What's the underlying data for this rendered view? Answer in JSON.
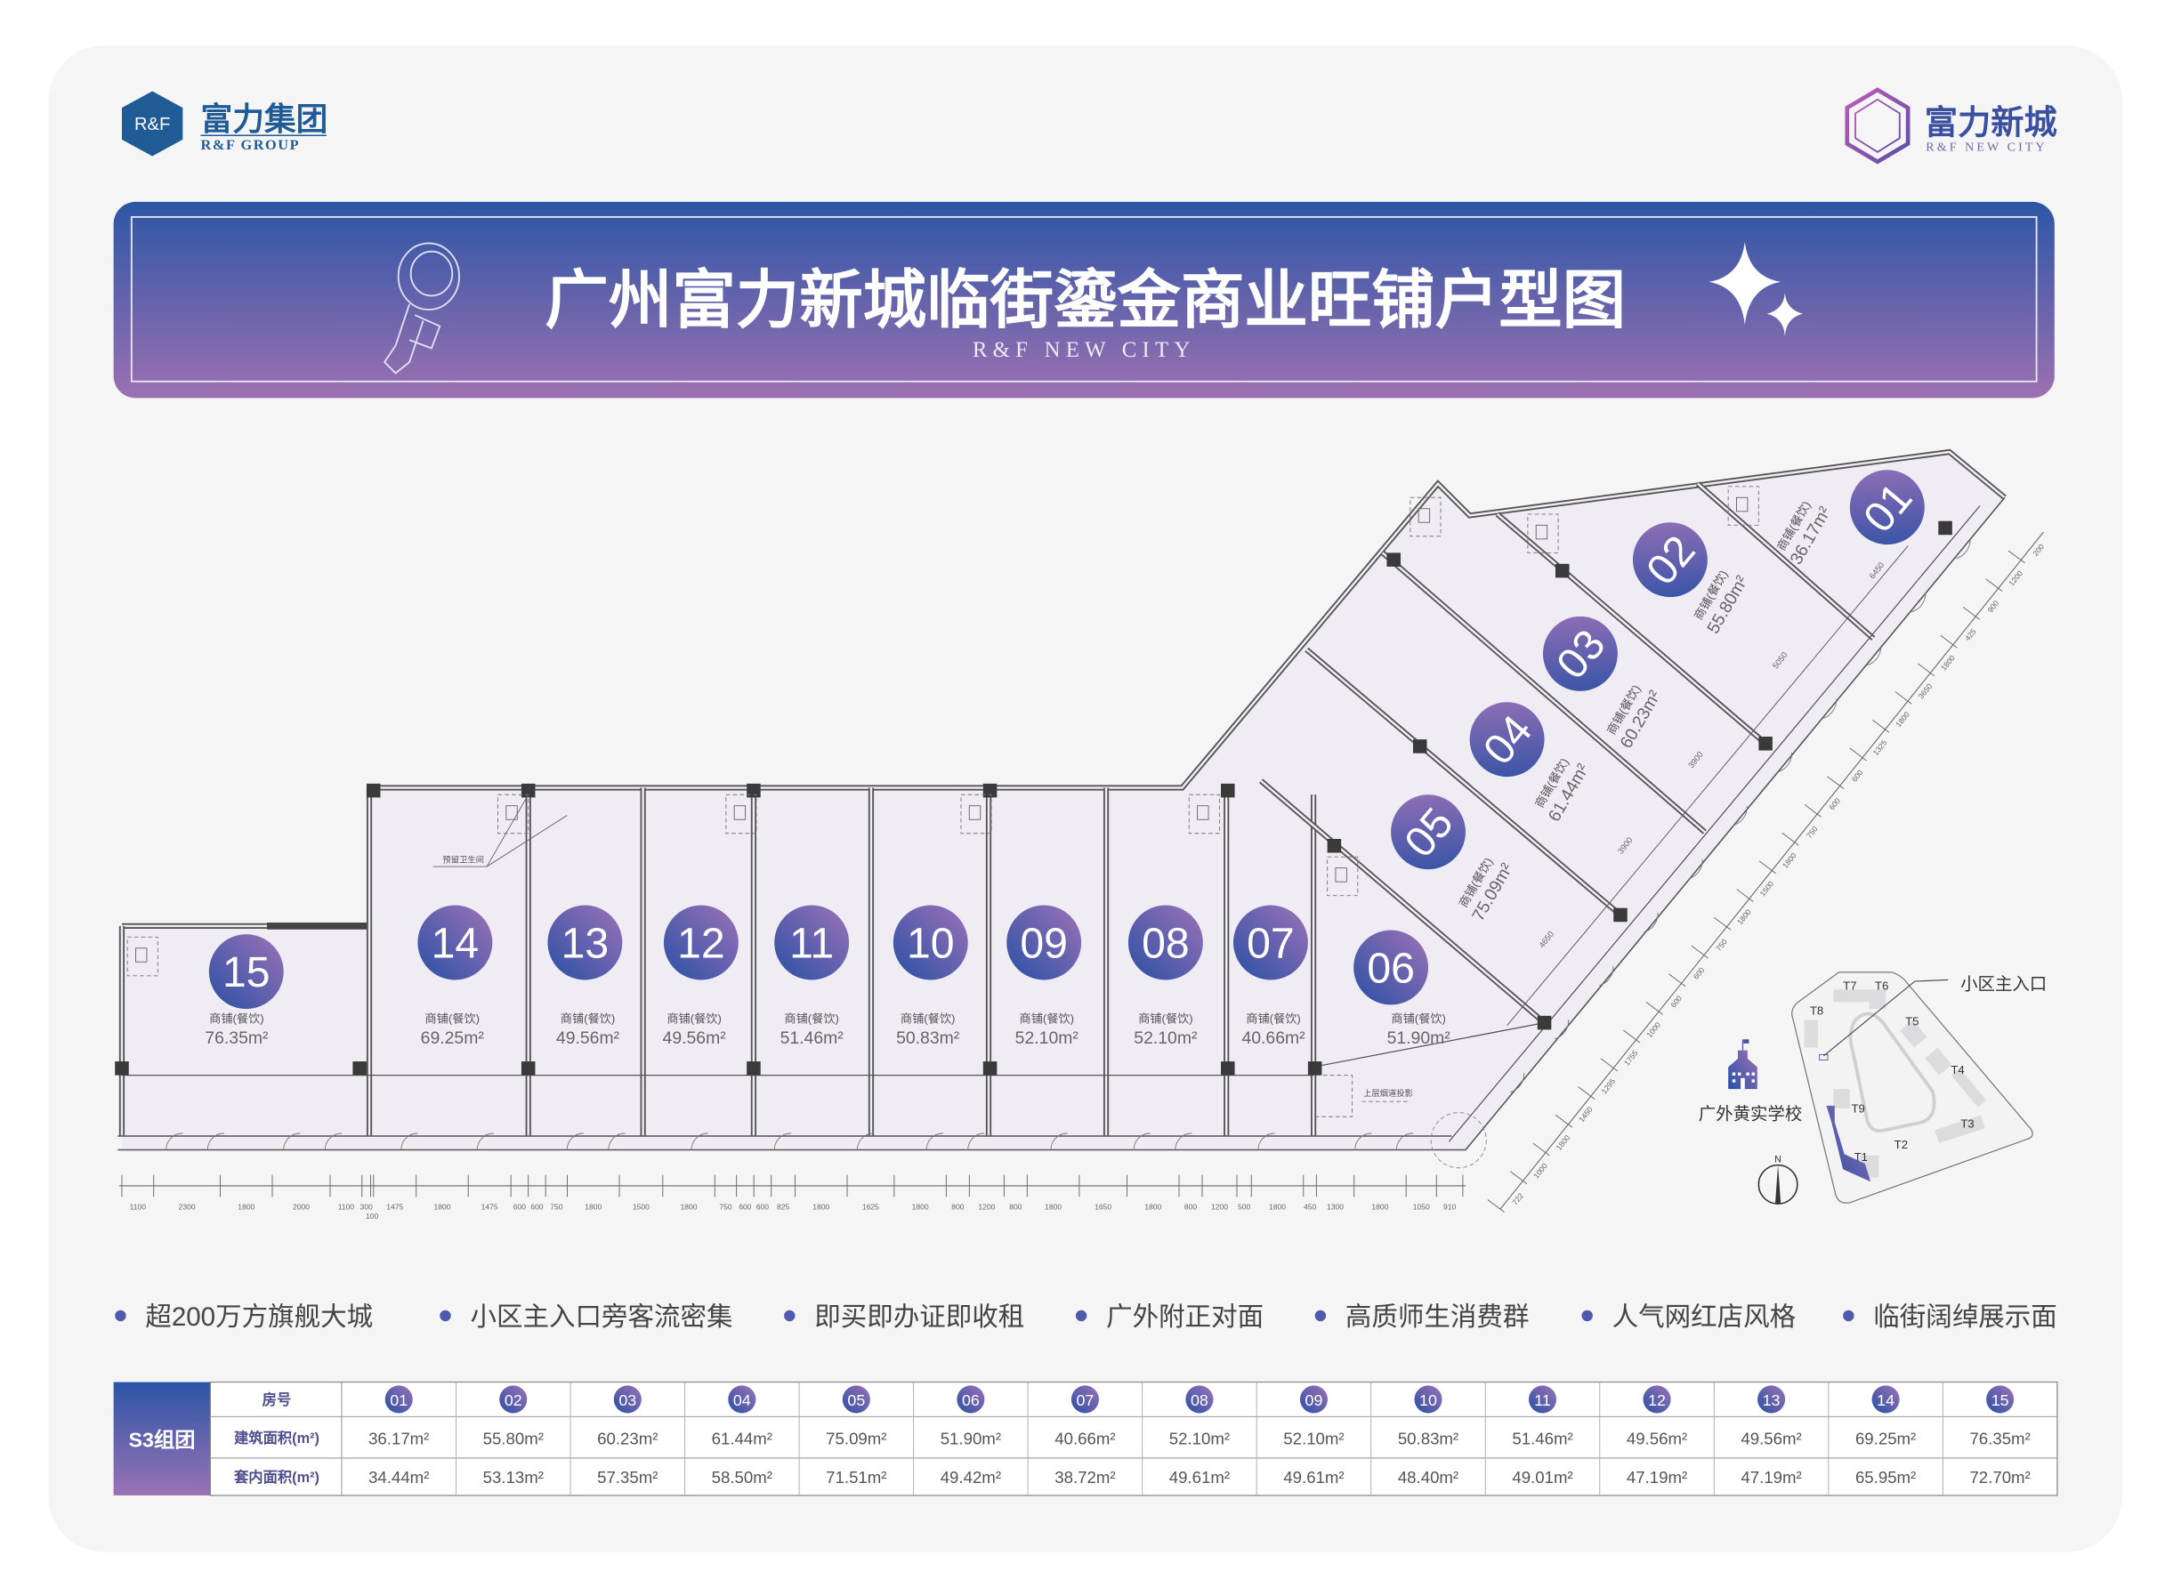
{
  "left_logo": {
    "mark": "R&F",
    "cn": "富力集团",
    "en": "R&F GROUP"
  },
  "right_logo": {
    "cn": "富力新城",
    "en": "R&F NEW CITY"
  },
  "banner": {
    "title": "广州富力新城临街鎏金商业旺铺户型图",
    "subtitle": "R&F NEW CITY"
  },
  "colors": {
    "brand_blue": "#2b55a5",
    "brand_purple": "#9b6fb3",
    "shop_fill": "#efecf4",
    "card_bg": "#f5f5f6"
  },
  "units": [
    {
      "id": "01",
      "type": "商铺(餐饮)",
      "area": "36.17m²"
    },
    {
      "id": "02",
      "type": "商铺(餐饮)",
      "area": "55.80m²"
    },
    {
      "id": "03",
      "type": "商铺(餐饮)",
      "area": "60.23m²"
    },
    {
      "id": "04",
      "type": "商铺(餐饮)",
      "area": "61.44m²"
    },
    {
      "id": "05",
      "type": "商铺(餐饮)",
      "area": "75.09m²"
    },
    {
      "id": "06",
      "type": "商铺(餐饮)",
      "area": "51.90m²"
    },
    {
      "id": "07",
      "type": "商铺(餐饮)",
      "area": "40.66m²"
    },
    {
      "id": "08",
      "type": "商铺(餐饮)",
      "area": "52.10m²"
    },
    {
      "id": "09",
      "type": "商铺(餐饮)",
      "area": "52.10m²"
    },
    {
      "id": "10",
      "type": "商铺(餐饮)",
      "area": "50.83m²"
    },
    {
      "id": "11",
      "type": "商铺(餐饮)",
      "area": "51.46m²"
    },
    {
      "id": "12",
      "type": "商铺(餐饮)",
      "area": "49.56m²"
    },
    {
      "id": "13",
      "type": "商铺(餐饮)",
      "area": "49.56m²"
    },
    {
      "id": "14",
      "type": "商铺(餐饮)",
      "area": "69.25m²"
    },
    {
      "id": "15",
      "type": "商铺(餐饮)",
      "area": "76.35m²"
    }
  ],
  "plan_notes": {
    "reserved_toilet": "预留卫生间",
    "flue_projection": "上层烟道投影"
  },
  "dimensions": {
    "bottom": [
      "1100",
      "2300",
      "1800",
      "2000",
      "1100",
      "300",
      "100",
      "1475",
      "1800",
      "1475",
      "600",
      "600",
      "750",
      "1800",
      "1500",
      "1800",
      "750",
      "600",
      "600",
      "825",
      "1800",
      "1625",
      "1800",
      "800",
      "1200",
      "800",
      "1800",
      "1650",
      "1800",
      "800",
      "1200",
      "500",
      "1800",
      "450",
      "1300",
      "1800",
      "1050",
      "910"
    ],
    "diagonal_outer": [
      "200",
      "1200",
      "900",
      "425",
      "1800",
      "3650",
      "1800",
      "1325",
      "600",
      "600",
      "750",
      "1800",
      "1500",
      "1800",
      "750",
      "600",
      "600",
      "1000",
      "1755",
      "1295",
      "1450",
      "1800",
      "1000",
      "722"
    ],
    "diagonal_inner": [
      "6450",
      "5050",
      "3900",
      "3900",
      "4650"
    ]
  },
  "location_map": {
    "entrance": "小区主入口",
    "school": "广外黄实学校",
    "north": "N",
    "towers": [
      "T1",
      "T2",
      "T3",
      "T4",
      "T5",
      "T6",
      "T7",
      "T8",
      "T9"
    ]
  },
  "features": [
    "超200万方旗舰大城",
    "小区主入口旁客流密集",
    "即买即办证即收租",
    "广外附正对面",
    "高质师生消费群",
    "人气网红店风格",
    "临街阔绰展示面"
  ],
  "table": {
    "group": "S3组团",
    "header_labels": [
      "房号",
      "建筑面积(m²)",
      "套内面积(m²)"
    ],
    "columns": [
      {
        "id": "01",
        "gross": "36.17m²",
        "net": "34.44m²"
      },
      {
        "id": "02",
        "gross": "55.80m²",
        "net": "53.13m²"
      },
      {
        "id": "03",
        "gross": "60.23m²",
        "net": "57.35m²"
      },
      {
        "id": "04",
        "gross": "61.44m²",
        "net": "58.50m²"
      },
      {
        "id": "05",
        "gross": "75.09m²",
        "net": "71.51m²"
      },
      {
        "id": "06",
        "gross": "51.90m²",
        "net": "49.42m²"
      },
      {
        "id": "07",
        "gross": "40.66m²",
        "net": "38.72m²"
      },
      {
        "id": "08",
        "gross": "52.10m²",
        "net": "49.61m²"
      },
      {
        "id": "09",
        "gross": "52.10m²",
        "net": "49.61m²"
      },
      {
        "id": "10",
        "gross": "50.83m²",
        "net": "48.40m²"
      },
      {
        "id": "11",
        "gross": "51.46m²",
        "net": "49.01m²"
      },
      {
        "id": "12",
        "gross": "49.56m²",
        "net": "47.19m²"
      },
      {
        "id": "13",
        "gross": "49.56m²",
        "net": "47.19m²"
      },
      {
        "id": "14",
        "gross": "69.25m²",
        "net": "65.95m²"
      },
      {
        "id": "15",
        "gross": "76.35m²",
        "net": "72.70m²"
      }
    ]
  }
}
